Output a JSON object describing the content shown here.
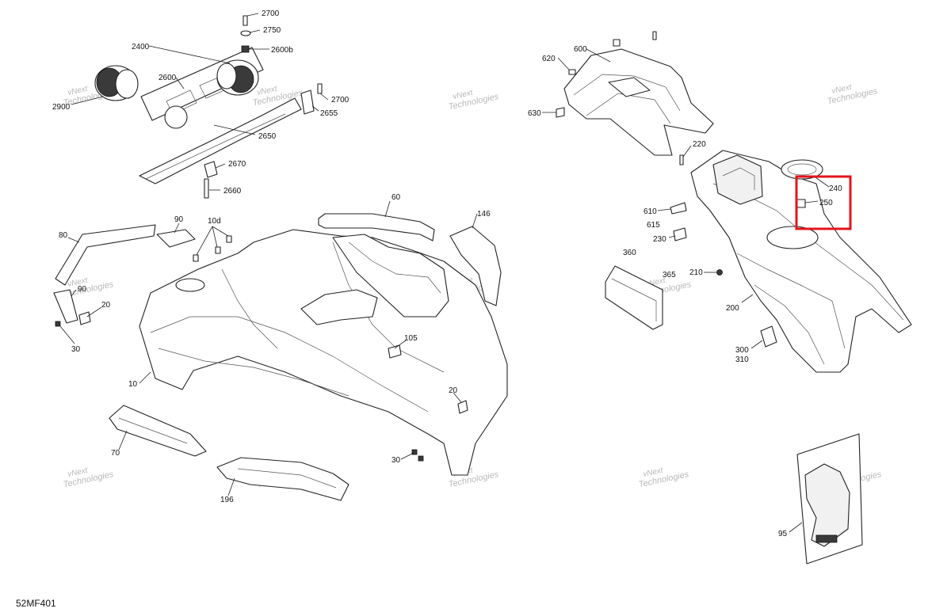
{
  "diagram_id": "52MF401",
  "highlight_color": "#e3141b",
  "watermark": {
    "line1": "vNext",
    "line2": "Technologies"
  },
  "callouts": {
    "c2700a": "2700",
    "c2750": "2750",
    "c2600b": "2600b",
    "c2400": "2400",
    "c2600": "2600",
    "c2900": "2900",
    "c2700b": "2700",
    "c2655": "2655",
    "c2650": "2650",
    "c2670": "2670",
    "c2660": "2660",
    "c600": "600",
    "c620": "620",
    "c630": "630",
    "c220": "220",
    "c240": "240",
    "c250": "250",
    "c610": "610",
    "c615": "615",
    "c230": "230",
    "c360": "360",
    "c365": "365",
    "c210": "210",
    "c200": "200",
    "c300": "300",
    "c310": "310",
    "c95": "95",
    "c60": "60",
    "c146": "146",
    "c90a": "90",
    "c10d": "10d",
    "c80": "80",
    "c90b": "90",
    "c20a": "20",
    "c30a": "30",
    "c10": "10",
    "c105": "105",
    "c20b": "20",
    "c70": "70",
    "c30b": "30",
    "c196": "196"
  }
}
